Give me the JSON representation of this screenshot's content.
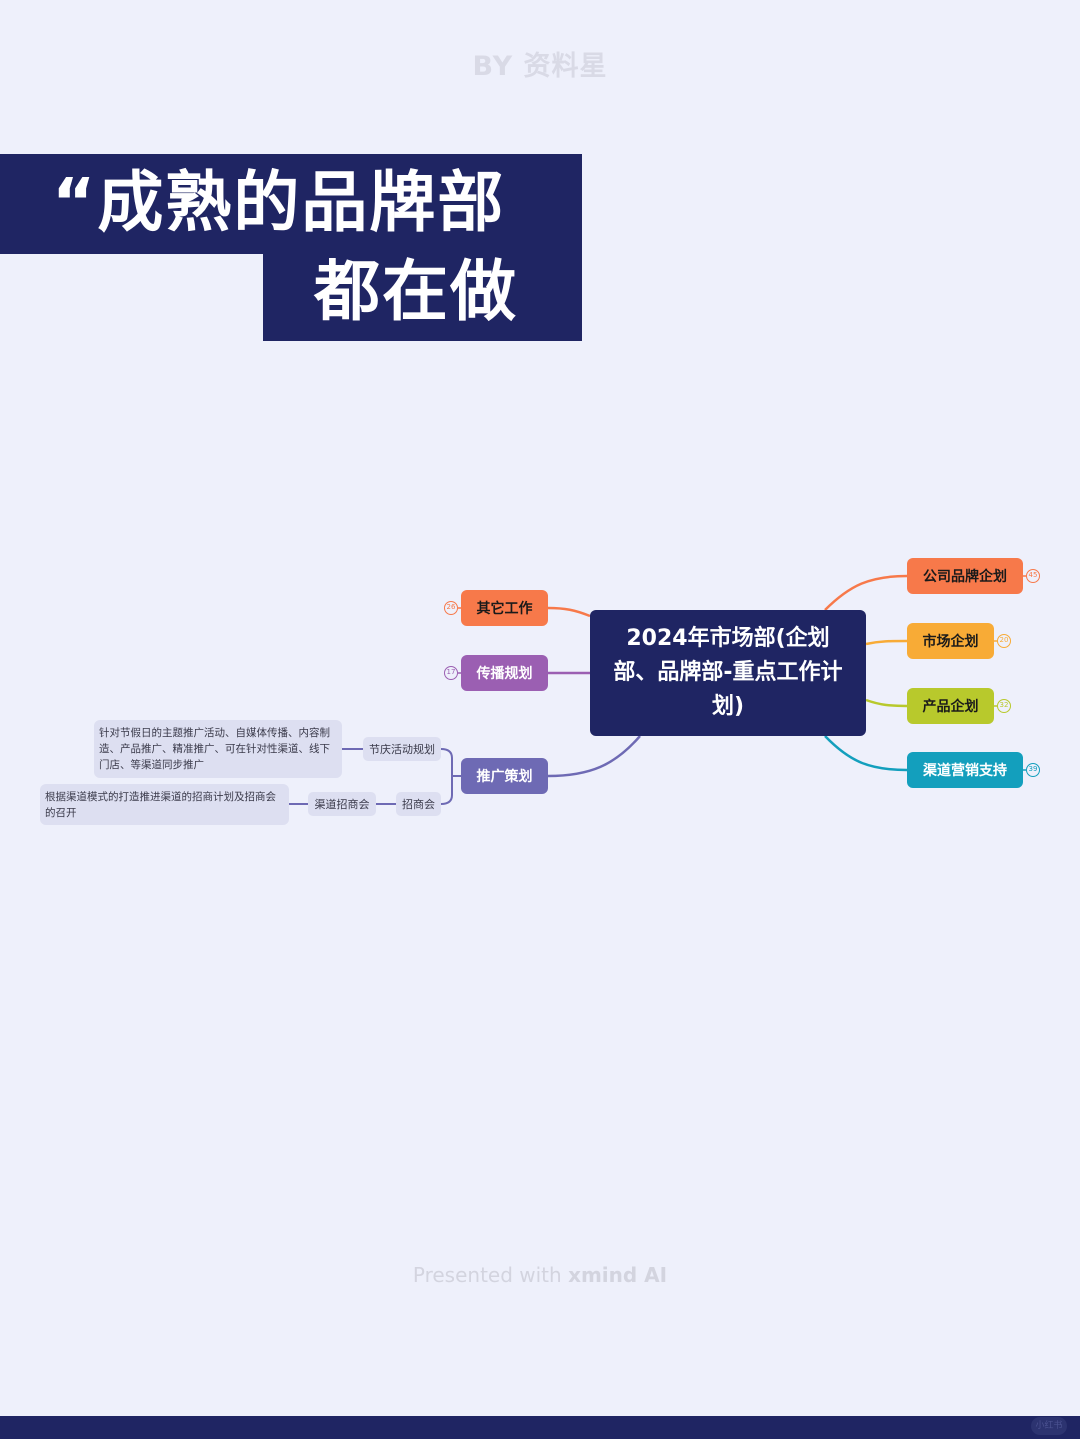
{
  "watermark": "BY 资料星",
  "title": {
    "line1": "“成熟的品牌部",
    "line2": "都在做"
  },
  "colors": {
    "navy": "#1f2563",
    "background": "#eef0fb",
    "brand_orange": "#f7794a",
    "market_yellow": "#f8ab36",
    "product_green": "#b8c92c",
    "channel_teal": "#139fbd",
    "comm_purple": "#9b5fb2",
    "promo_indigo": "#6e6ab4"
  },
  "mindmap": {
    "central": "2024年市场部(企划部、品牌部-重点工作计划)",
    "right_topics": [
      {
        "label": "公司品牌企划",
        "badge": "45"
      },
      {
        "label": "市场企划",
        "badge": "20"
      },
      {
        "label": "产品企划",
        "badge": "32"
      },
      {
        "label": "渠道营销支持",
        "badge": "39"
      }
    ],
    "left_topics": [
      {
        "label": "其它工作",
        "badge": "26"
      },
      {
        "label": "传播规划",
        "badge": "17"
      },
      {
        "label": "推广策划",
        "children": [
          {
            "label": "节庆活动规划",
            "detail": "针对节假日的主题推广活动、自媒体传播、内容制造、产品推广、精准推广、可在针对性渠道、线下门店、等渠道同步推广"
          },
          {
            "label": "招商会",
            "child": {
              "label": "渠道招商会",
              "detail": "根据渠道模式的打造推进渠道的招商计划及招商会的召开"
            }
          }
        ]
      }
    ]
  },
  "footer": {
    "prefix": "Presented with ",
    "brand": "xmind AI"
  },
  "bottom_logo": "小红书"
}
